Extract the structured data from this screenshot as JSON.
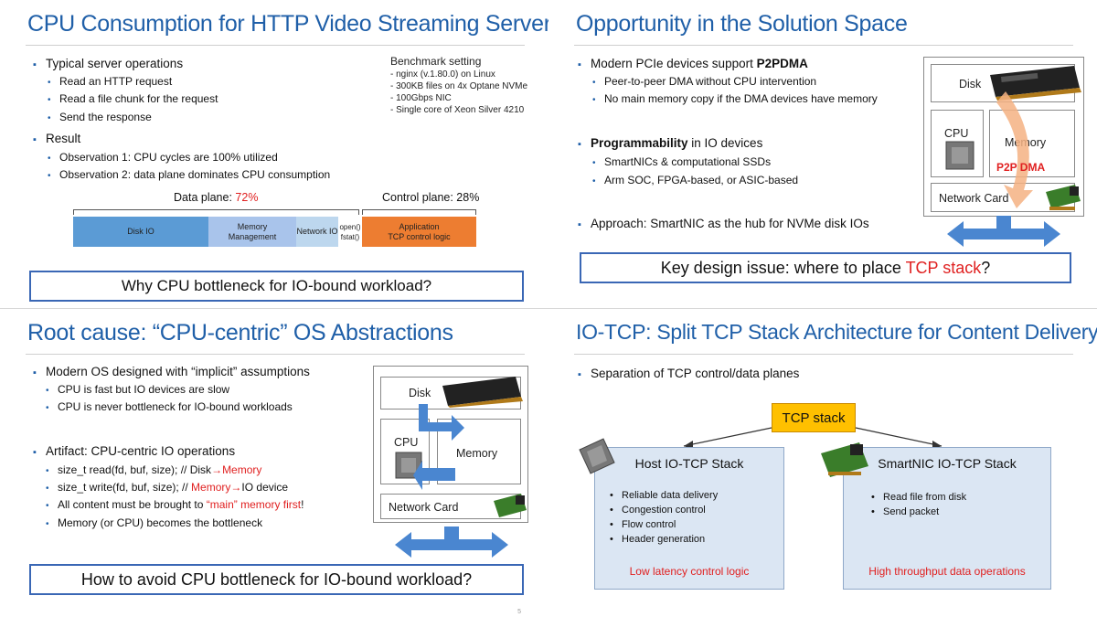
{
  "slide1": {
    "title": "CPU Consumption for HTTP Video Streaming Server",
    "bullets": [
      "Typical server operations",
      "Read an HTTP request",
      "Read a file chunk for the request",
      "Send the response",
      "Result",
      "Observation 1: CPU cycles are 100% utilized",
      "Observation 2: data plane dominates CPU consumption"
    ],
    "benchmark": {
      "heading": "Benchmark setting",
      "items": [
        "- nginx (v.1.80.0) on Linux",
        "- 300KB files on 4x Optane NVMe",
        "- 100Gbps NIC",
        "- Single core of Xeon Silver 4210"
      ]
    },
    "data_plane_label": "Data plane: ",
    "data_plane_value": "72%",
    "control_plane_label": "Control plane: 28%",
    "segments": {
      "disk_io": "Disk IO",
      "memory_mgmt_1": "Memory",
      "memory_mgmt_2": "Management",
      "network_io": "Network IO",
      "open": "open()",
      "fstat": "fstat()",
      "app_1": "Application",
      "app_2": "TCP control logic"
    },
    "question": "Why CPU bottleneck for IO-bound workload?"
  },
  "slide2": {
    "title": "Opportunity in the Solution Space",
    "b1_prefix": "Modern PCIe devices support ",
    "b1_bold": "P2PDMA",
    "b1_subs": [
      "Peer-to-peer DMA without CPU intervention",
      "No main memory copy if the DMA devices have memory"
    ],
    "b2_bold": "Programmability",
    "b2_rest": " in IO devices",
    "b2_subs": [
      "SmartNICs & computational SSDs",
      "Arm SOC, FPGA-based, or ASIC-based"
    ],
    "b3": "Approach: SmartNIC as the hub for NVMe disk IOs",
    "diagram": {
      "disk": "Disk",
      "cpu": "CPU",
      "memory": "Memory",
      "p2p": "P2P DMA",
      "network_card": "Network Card"
    },
    "key_issue_prefix": "Key design issue: where to place ",
    "key_issue_red": "TCP stack",
    "key_issue_suffix": "?"
  },
  "slide3": {
    "title": "Root cause: “CPU-centric” OS Abstractions",
    "b1": "Modern OS designed with “implicit” assumptions",
    "b1_subs": [
      "CPU is fast but IO devices are slow",
      "CPU is never bottleneck for IO-bound workloads"
    ],
    "b2": "Artifact: CPU-centric IO operations",
    "read_prefix": "size_t read(fd, buf, size); // Disk",
    "read_arrow": "→",
    "read_red": "Memory",
    "write_prefix": "size_t write(fd, buf, size); // ",
    "write_red": "Memory",
    "write_arrow": "→",
    "write_suffix": "IO device",
    "content_prefix": "All content must be brought to ",
    "content_red": "“main” memory first",
    "content_suffix": "!",
    "bottleneck": "Memory (or CPU) becomes the bottleneck",
    "diagram": {
      "disk": "Disk",
      "cpu": "CPU",
      "memory": "Memory",
      "network_card": "Network Card"
    },
    "question": "How to avoid CPU bottleneck for IO-bound workload?",
    "page_no": "5"
  },
  "slide4": {
    "title": "IO-TCP: Split TCP Stack Architecture for Content Delivery",
    "bullet": "Separation of TCP control/data planes",
    "tcp_stack": "TCP stack",
    "host": {
      "heading": "Host IO-TCP Stack",
      "items": [
        "Reliable data delivery",
        "Congestion control",
        "Flow control",
        "Header generation"
      ],
      "footer": "Low latency control logic"
    },
    "nic": {
      "heading": "SmartNIC IO-TCP Stack",
      "items": [
        "Read file from disk",
        "Send packet"
      ],
      "footer": "High throughput data operations"
    }
  },
  "colors": {
    "title_blue": "#1f5fa8",
    "accent_red": "#e02020",
    "disk_io_blue": "#5b9bd5",
    "memory_mgmt": "#a9c4eb",
    "network_io": "#bdd7ee",
    "app_orange": "#ed7d31",
    "tcp_yellow": "#ffc000",
    "stack_box": "#dbe6f3",
    "arrow_blue": "#4a86d0"
  }
}
